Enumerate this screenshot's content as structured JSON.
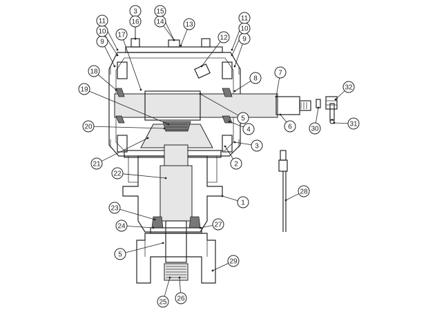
{
  "callouts": [
    {
      "id": "c1",
      "label": "1"
    },
    {
      "id": "c2",
      "label": "2"
    },
    {
      "id": "c3a",
      "label": "3"
    },
    {
      "id": "c3b",
      "label": "3"
    },
    {
      "id": "c4",
      "label": "4"
    },
    {
      "id": "c5a",
      "label": "5"
    },
    {
      "id": "c5b",
      "label": "5"
    },
    {
      "id": "c6",
      "label": "6"
    },
    {
      "id": "c7",
      "label": "7"
    },
    {
      "id": "c8",
      "label": "8"
    },
    {
      "id": "c9a",
      "label": "9"
    },
    {
      "id": "c9b",
      "label": "9"
    },
    {
      "id": "c10a",
      "label": "10"
    },
    {
      "id": "c10b",
      "label": "10"
    },
    {
      "id": "c11a",
      "label": "11"
    },
    {
      "id": "c11b",
      "label": "11"
    },
    {
      "id": "c12",
      "label": "12"
    },
    {
      "id": "c13",
      "label": "13"
    },
    {
      "id": "c14",
      "label": "14"
    },
    {
      "id": "c15",
      "label": "15"
    },
    {
      "id": "c16",
      "label": "16"
    },
    {
      "id": "c17",
      "label": "17"
    },
    {
      "id": "c18",
      "label": "18"
    },
    {
      "id": "c19",
      "label": "19"
    },
    {
      "id": "c20",
      "label": "20"
    },
    {
      "id": "c21",
      "label": "21"
    },
    {
      "id": "c22",
      "label": "22"
    },
    {
      "id": "c23",
      "label": "23"
    },
    {
      "id": "c24",
      "label": "24"
    },
    {
      "id": "c25",
      "label": "25"
    },
    {
      "id": "c26",
      "label": "26"
    },
    {
      "id": "c27",
      "label": "27"
    },
    {
      "id": "c28",
      "label": "28"
    },
    {
      "id": "c29",
      "label": "29"
    },
    {
      "id": "c30",
      "label": "30"
    },
    {
      "id": "c31",
      "label": "31"
    },
    {
      "id": "c32",
      "label": "32"
    }
  ]
}
